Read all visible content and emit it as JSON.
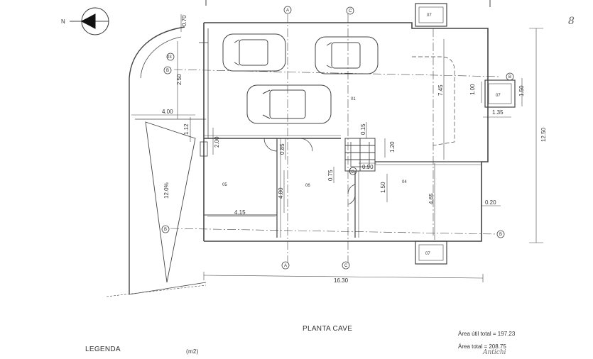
{
  "north": {
    "label": "N"
  },
  "dimensions": {
    "d070": "0.70",
    "d250": "2.50",
    "d400": "4.00",
    "d112": "1.12",
    "d200": "2.00",
    "d085": "0.85",
    "d015": "0.15",
    "d120": "1.20",
    "d090": "0.90",
    "d075": "0.75",
    "d150a": "1.50",
    "d480": "4.80",
    "d415": "4.15",
    "d465": "4.65",
    "d745": "7.45",
    "d100": "1.00",
    "d150b": "1.50",
    "d135": "1.35",
    "d1250": "12.50",
    "d020": "0.20",
    "d1630": "16.30"
  },
  "slope": "12.0%",
  "rooms": {
    "r01": "01",
    "r02": "02",
    "r03": "03",
    "r04": "04",
    "r05": "05",
    "r06": "06",
    "r07a": "07",
    "r07b": "07",
    "r07c": "07"
  },
  "axes": {
    "a1": "A",
    "a2": "C",
    "a3": "A",
    "a4": "C",
    "b1": "B",
    "b2": "B",
    "b3": "B",
    "b4": "B"
  },
  "drawing_title": "PLANTA CAVE",
  "legend_label": "LEGENDA",
  "unit_label": "(m2)",
  "area_util": "Área útil total = 197.23",
  "area_total": "Área total = 208.75",
  "handwritten": "Antichi",
  "corner_mark": "8"
}
